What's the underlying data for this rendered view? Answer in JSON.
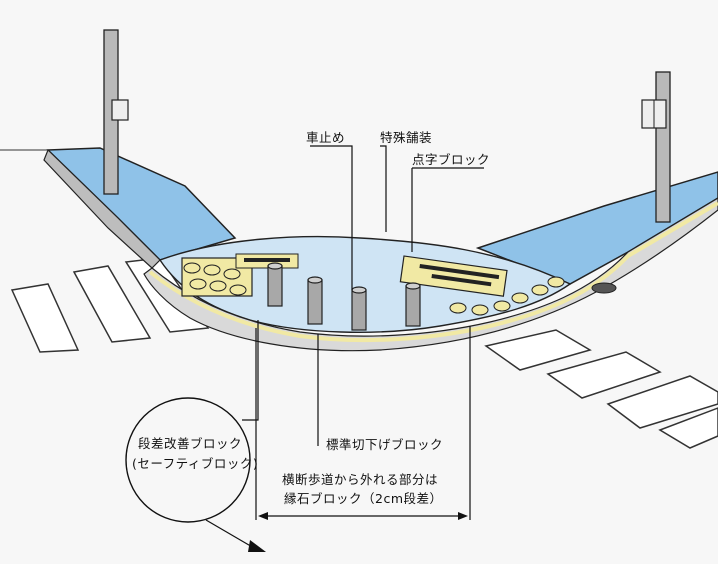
{
  "labels": {
    "car_stop": "車止め",
    "special_paving": "特殊舗装",
    "tactile_block": "点字ブロック",
    "standard_lowered_block": "標準切下げブロック",
    "step_improvement_line1": "段差改善ブロック",
    "step_improvement_line2": "(セーフティブロック)",
    "crossing_outside_line1": "横断歩道から外れる部分は",
    "crossing_outside_line2": "縁石ブロック（2cm段差）"
  },
  "colors": {
    "sidewalk_blue": "#8fc2e8",
    "sidewalk_blue_dark": "#6aa7d6",
    "curb_gray": "#9c9c9c",
    "tactile_yellow": "#f1e9a4",
    "bollard_gray": "#a8a8a8",
    "line_black": "#111111",
    "background": "#f7f7f7"
  }
}
